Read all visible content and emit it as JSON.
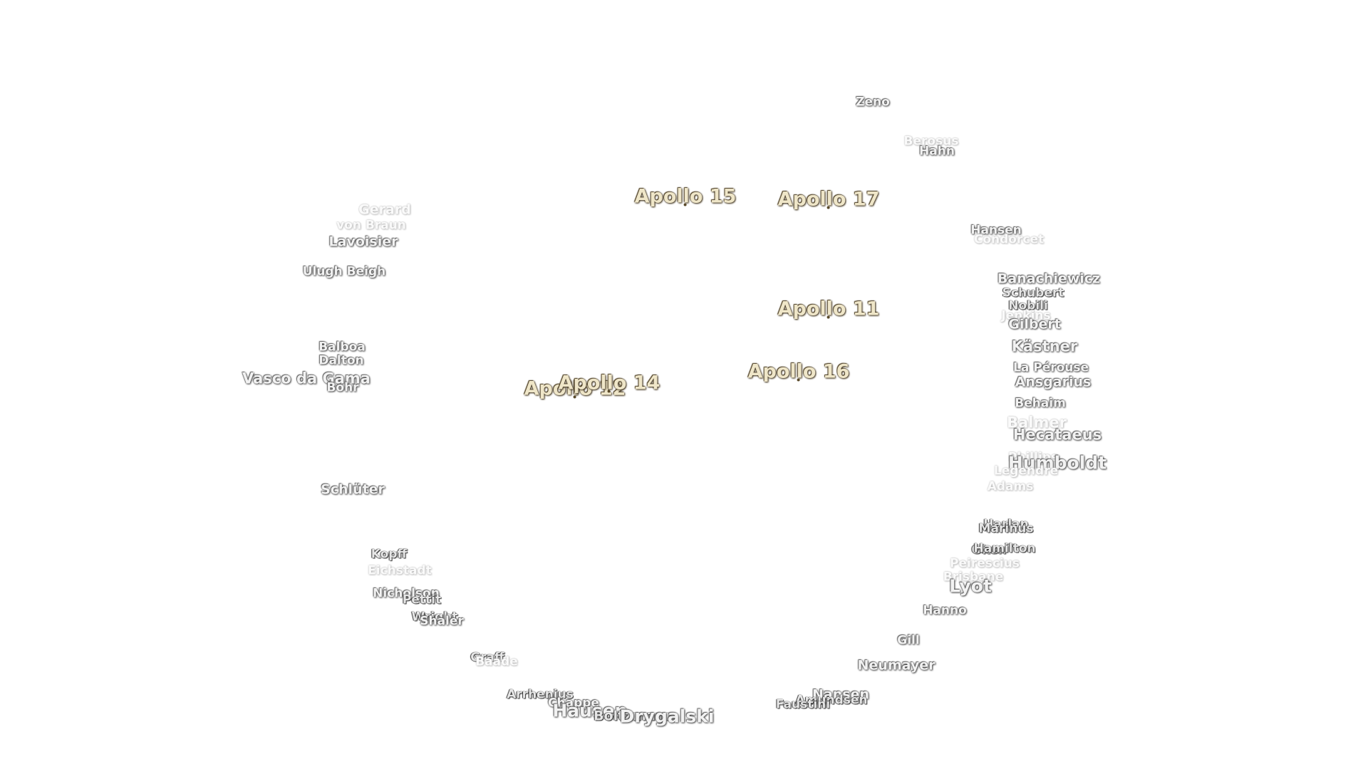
{
  "apollo_sites": [
    {
      "id": "apollo-15",
      "label": "Apollo 15"
    },
    {
      "id": "apollo-17",
      "label": "Apollo 17"
    },
    {
      "id": "apollo-11",
      "label": "Apollo 11"
    },
    {
      "id": "apollo-16",
      "label": "Apollo 16"
    },
    {
      "id": "apollo-12",
      "label": "Apollo 12"
    },
    {
      "id": "apollo-14",
      "label": "Apollo 14"
    }
  ],
  "craters": [
    {
      "id": "zeno",
      "label": "Zeno"
    },
    {
      "id": "berosus",
      "label": "Berosus"
    },
    {
      "id": "hahn",
      "label": "Hahn"
    },
    {
      "id": "hansen",
      "label": "Hansen"
    },
    {
      "id": "condorcet",
      "label": "Condorcet"
    },
    {
      "id": "banachiewicz",
      "label": "Banachiewicz"
    },
    {
      "id": "schubert",
      "label": "Schubert"
    },
    {
      "id": "nobili",
      "label": "Nobili"
    },
    {
      "id": "jenkins",
      "label": "Jenkins"
    },
    {
      "id": "gilbert",
      "label": "Gilbert"
    },
    {
      "id": "kastner",
      "label": "Kästner"
    },
    {
      "id": "la-perouse",
      "label": "La Pérouse"
    },
    {
      "id": "ansgarius",
      "label": "Ansgarius"
    },
    {
      "id": "behaim",
      "label": "Behaim"
    },
    {
      "id": "balmer",
      "label": "Balmer"
    },
    {
      "id": "hecataeus",
      "label": "Hecataeus"
    },
    {
      "id": "phillips",
      "label": "Phillips"
    },
    {
      "id": "humboldt",
      "label": "Humboldt"
    },
    {
      "id": "legendre",
      "label": "Legendre"
    },
    {
      "id": "adams",
      "label": "Adams"
    },
    {
      "id": "harlan",
      "label": "Harlan"
    },
    {
      "id": "marinus",
      "label": "Marinus"
    },
    {
      "id": "oken",
      "label": "Oken"
    },
    {
      "id": "hamilton",
      "label": "Hamilton"
    },
    {
      "id": "peirescius",
      "label": "Peirescius"
    },
    {
      "id": "brisbane",
      "label": "Brisbane"
    },
    {
      "id": "lyot",
      "label": "Lyot"
    },
    {
      "id": "hanno",
      "label": "Hanno"
    },
    {
      "id": "gill",
      "label": "Gill"
    },
    {
      "id": "neumayer",
      "label": "Neumayer"
    },
    {
      "id": "nansen",
      "label": "Nansen"
    },
    {
      "id": "amundsen",
      "label": "Amundsen"
    },
    {
      "id": "faustini",
      "label": "Faustini"
    },
    {
      "id": "gerard",
      "label": "Gerard"
    },
    {
      "id": "von-braun",
      "label": "von Braun"
    },
    {
      "id": "lavoisier",
      "label": "Lavoisier"
    },
    {
      "id": "ulugh-beigh",
      "label": "Ulugh Beigh"
    },
    {
      "id": "balboa",
      "label": "Balboa"
    },
    {
      "id": "dalton",
      "label": "Dalton"
    },
    {
      "id": "vasco-da-gama",
      "label": "Vasco da Gama"
    },
    {
      "id": "bohr",
      "label": "Bohr"
    },
    {
      "id": "schluter",
      "label": "Schlüter"
    },
    {
      "id": "kopff",
      "label": "Kopff"
    },
    {
      "id": "eichstadt",
      "label": "Eichstadt"
    },
    {
      "id": "nicholson",
      "label": "Nicholson"
    },
    {
      "id": "pettit",
      "label": "Pettit"
    },
    {
      "id": "wright",
      "label": "Wright"
    },
    {
      "id": "shaler",
      "label": "Shaler"
    },
    {
      "id": "graff",
      "label": "Graff"
    },
    {
      "id": "baade",
      "label": "Baade"
    },
    {
      "id": "arrhenius",
      "label": "Arrhenius"
    },
    {
      "id": "chappe",
      "label": "Chappe"
    },
    {
      "id": "hausen",
      "label": "Hausen"
    },
    {
      "id": "boltzmann",
      "label": "Boltzmann"
    },
    {
      "id": "drygalski",
      "label": "Drygalski"
    }
  ]
}
